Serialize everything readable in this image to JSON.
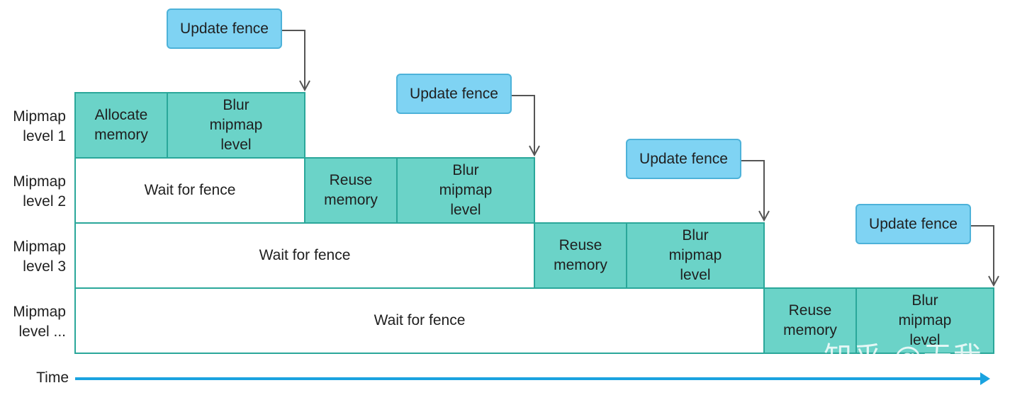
{
  "rows": [
    {
      "label": "Mipmap\nlevel 1"
    },
    {
      "label": "Mipmap\nlevel 2"
    },
    {
      "label": "Mipmap\nlevel 3"
    },
    {
      "label": "Mipmap\nlevel ..."
    }
  ],
  "cells": {
    "allocate_memory": "Allocate\nmemory",
    "blur_mipmap_level": "Blur\nmipmap\nlevel",
    "reuse_memory": "Reuse\nmemory",
    "wait_for_fence": "Wait for fence"
  },
  "fence_label": "Update fence",
  "time_label": "Time",
  "watermark": "知乎 @无我",
  "colors": {
    "task_fill": "#6bd3c8",
    "task_border": "#2aa79a",
    "fence_fill": "#7fd3f3",
    "fence_border": "#4db2d9",
    "time_arrow": "#1aa3e0",
    "connector": "#555555"
  }
}
